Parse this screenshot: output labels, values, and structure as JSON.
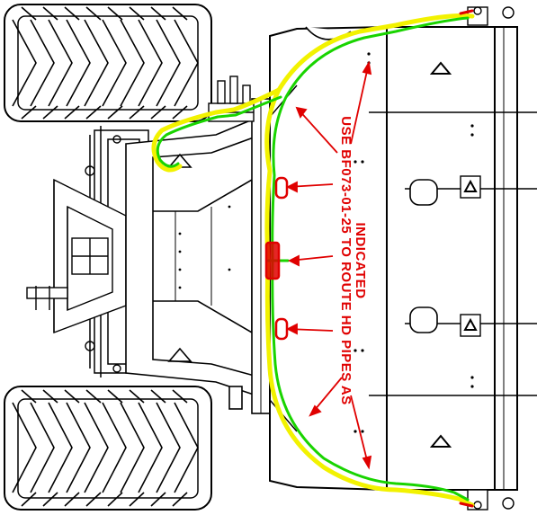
{
  "diagram": {
    "note": {
      "line1": "USE BF073-01-25 TO ROUTE HD PIPES AS",
      "line2": "INDICATED"
    },
    "colors": {
      "outline": "#000000",
      "hose_green": "#19d400",
      "hose_yellow": "#f2f200",
      "annotation_red": "#e00000",
      "background": "#ffffff"
    },
    "icons": [
      "tire",
      "triangle-symbol",
      "hose-clamp",
      "hydraulic-valve"
    ]
  }
}
